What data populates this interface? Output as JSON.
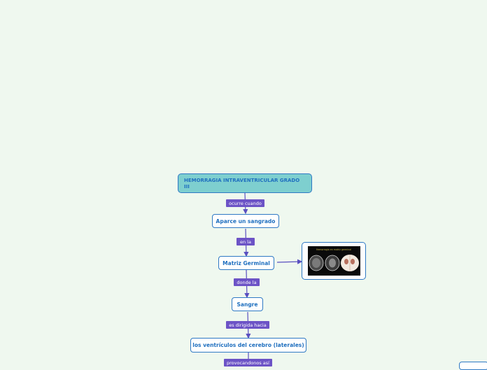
{
  "root": {
    "title": "HEMORRAGIA INTRAVENTRICULAR GRADO III"
  },
  "nodes": {
    "n1": "Aparce un sangrado",
    "n2": "Matriz Germinal",
    "n3": "Sangre",
    "n4": "los ventrículos del cerebro (laterales)"
  },
  "links": {
    "l1": "ocurre cuando",
    "l2": "en la",
    "l3": "donde la",
    "l4": "es dirigida hacia",
    "l5": "provocandonos así"
  },
  "image": {
    "caption": "Hemorragia en matriz germinal"
  },
  "colors": {
    "background": "#eff8ef",
    "root_fill": "#7ecfcf",
    "node_border": "#2f79c4",
    "node_text": "#1f6fbf",
    "link_label": "#6c53c6",
    "connector": "#5a4fc0"
  }
}
